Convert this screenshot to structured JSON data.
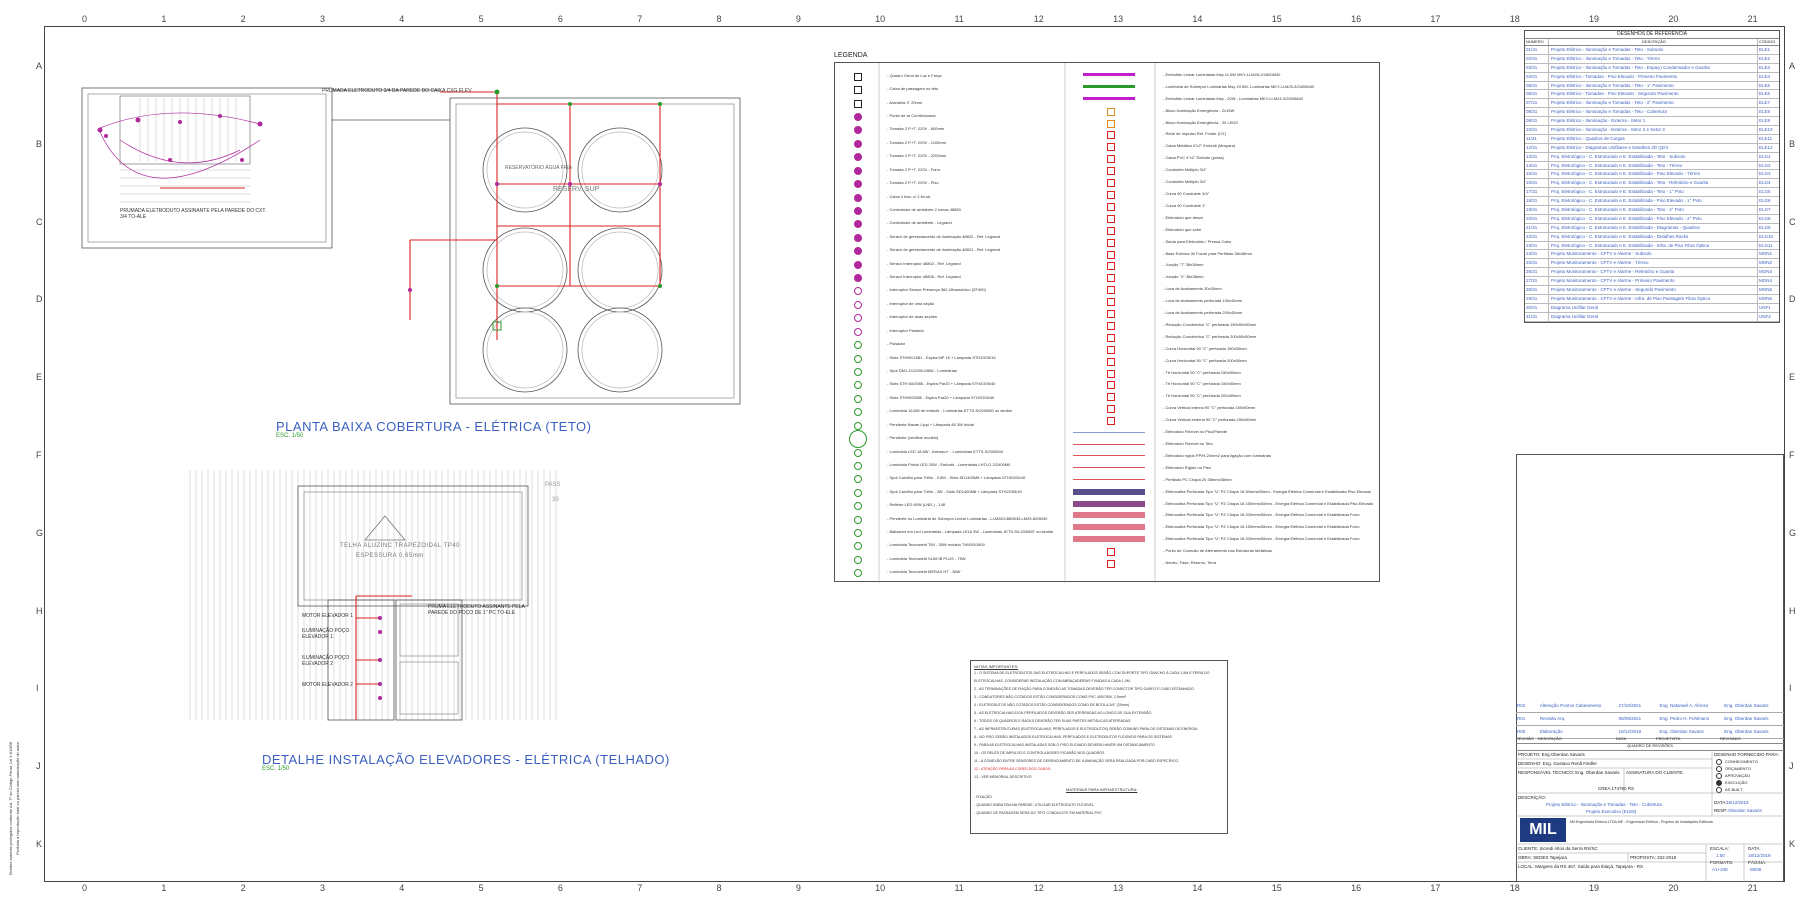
{
  "grid": {
    "columns": [
      "0",
      "1",
      "2",
      "3",
      "4",
      "5",
      "6",
      "7",
      "8",
      "9",
      "10",
      "11",
      "12",
      "13",
      "14",
      "15",
      "16",
      "17",
      "18",
      "19",
      "20",
      "21"
    ],
    "rows": [
      "A",
      "B",
      "C",
      "D",
      "E",
      "F",
      "G",
      "H",
      "I",
      "J",
      "K"
    ]
  },
  "plan_roof": {
    "title": "PLANTA BAIXA COBERTURA - ELÉTRICA (TETO)",
    "scale": "ESC. 1/50",
    "reservoir_label": "RESERV. SUP",
    "tank_label": "RESERVATÓRIO ÁGUA FRIA",
    "note_left": "PRUMADA ELETRODUTO ASSINANTE PELA PAREDE DO CXT. 3/4 TO-ALE",
    "note_top": "PRUMADA ELETRODUTO 3/4 DA PAREDE DO CAIXA CXG ELEV"
  },
  "plan_elev": {
    "title": "DETALHE INSTALAÇÃO ELEVADORES - ELÉTRICA (TELHADO)",
    "scale": "ESC. 1/50",
    "roof_label1": "TELHA ALUZINC TRAPEZOIDAL TP40",
    "roof_label2": "ESPESSURA 0,65mm",
    "pass_label": "PASS",
    "pass_num": "39",
    "note": "PRUMA ELETRODUTO ASSINANTE PELA PAREDE DO POÇO DE 1\" PC TO-ELE",
    "motors": [
      "MOTOR ELEVADOR 1",
      "ILUMINAÇÃO POÇO ELEVADOR 1",
      "ILUMINAÇÃO POÇO ELEVADOR 2",
      "MOTOR ELEVADOR 2"
    ]
  },
  "legend": {
    "title": "LEGENDA",
    "left": [
      "Quadro Geral de Luz e Força",
      "Caixa de passagem no teto",
      "Arandela 3\" 20mm",
      "Ponto de ar Condicionado",
      "Tomada 2 P.+T. 220V - 600mm",
      "Tomada 2 P.+T. 220V - 1100mm",
      "Tomada 2 P.+T. 220V - 2200mm",
      "Tomada 2 P.+T. 220V - Forro",
      "Tomada 2 P.+T. 220V - Piso",
      "Caixa 4 ban. c/ 2 tin-ok",
      "Controlador de ambiente 2 zonas 48850",
      "Controlador de ambiente - Legrand",
      "Sensor de gerenciamento de iluminação 48822 - Ref. Legrand",
      "Sensor de gerenciamento de iluminação 48821 - Ref. Legrand",
      "Sensor Interruptor 48802 - Ref. Legrand",
      "Sensor Interruptor 48806 - Ref. Legrand",
      "Interruptor Sensor Presença 360 Ultrassônico (ZF490)",
      "Interruptor de uma seção",
      "Interruptor de duas seções",
      "Interruptor Paralelo",
      "Pulsador",
      "Slots STH60/13B1 - Espira MP 16 + Lâmpada STH2G05/16",
      "Spot DM1-2/12000-M6W - Luminárias",
      "Slots STH 60/2585 - Espira Par20 + Lâmpada STH2G05/40",
      "Slots STH60/2585 - Espira Par20 + Lâmpada STH2G05/40",
      "Luminária 16,5W de embutir - Luminárias ETTS-S/2000M0 ou similar",
      "Pendente Navae Lippi + Lâmpada 48 3W inicial",
      "Pendente (ventiloe modelo)",
      "Luminária LED 18,5W - Intempo+ - Luminárias ETTS-S/2000M4",
      "Luminária Portal LED 20W - Embutir - Luminárias LHTLO-2/2400M0",
      "Spot Caixilho para Trilho - 3,5W - Slots SD1400M8 + Lâmpada STH2G05/40",
      "Spot Caixilho para Trilho - 3W - Slots SD1400M8 + Lâmpada STH2G05/40",
      "Refletor LED 60W (LNR-) - 148",
      "Pendente ou Luminária de Sobrepor Linear Luminárias - LLM28/138M03/LLM25-800M40",
      "Balizador em Led Luminárias - Lâmpada LE16 3W - Luminárias JETS-S/L2030MT ou similar",
      "Luminária Tecnoweld T60 - 35W modelo TW450/1800",
      "Luminária Tecnoweld SLIM IB PLUS - 75W",
      "Luminária Tecnoweld MERAX HT - 35W"
    ],
    "right": [
      "Embutido Linear Luminárias Msy 11,5W MKY-LLM25-2/1800M40",
      "Luminária de Sobrepor Luminárias Msy 19,5W- Luminárias MKY-LLM25-3/2400M40",
      "Embutido Linear Luminárias Msy - 20W - Luminárias MKY-LLM24-3/2000M40",
      "Bloco Iluminação Emergência - 2x15W",
      "Bloco Iluminação Emergência - 30 LEDS",
      "Rede de Impulso Ref. Finder (CX)",
      "Caixa Metálica 4\"x2\" Embutir (lâmpara)",
      "Caixa PVC 4\"x2\" Embutir (pmas)",
      "Condulete Múltiplo 3/4\"",
      "Condulete Múltiplo 3/4\"",
      "Curva 90 Condulete 3/4\"",
      "Curva 90 Condulete 1\"",
      "Eletroduto que desce",
      "Eletroduto que sobe",
      "Saída para Eletroduto / Prensa Cabo",
      "Base Externa 30 Fuzue para Perfilado 38x38mm",
      "Junção \"T\" 38x38mm",
      "Junção \"X\" 38x38mm",
      "Luva de Acabamento 30x30mm",
      "Luva de Acabamento perfurada 150x45mm",
      "Luva de Acabamento perfurada 200x45mm",
      "Redução Concêntrica \"C\" perfurada 150x50x50mm",
      "Redução Concêntrica \"C\" perfurada 200x50x50mm",
      "Curva Horizontal 90 \"C\" perfurada 150x50mm",
      "Curva Horizontal 90 \"C\" perfurada 200x50mm",
      "Tê Horizontal 90 \"C\" perfurada 150x50mm",
      "Tê Horizontal 90 \"C\" perfurada 150x50mm",
      "Tê Horizontal 90 \"C\" perfurada 200x50mm",
      "Curva Vertical interna 90 \"C\" perfurada 150x50mm",
      "Curva Vertical externa 90 \"C\" perfurada 150x50mm",
      "Eletroduto Flexível no Piso/Parede",
      "Eletroduto Flexível no Teto",
      "Eletroduto rígido PP/H-20mm2 para ligação com luminárias",
      "Eletroduto Rígido no Piso",
      "Perfilado PC Chapa 20 38mmx38mm",
      "Eletrocalha Perfurada Tipo \"U\" PZ Chapa 18 50mmx50mm - Energia Elétrica Comercial e Estabilizada Piso Elevado",
      "Eletrocalha Perfurada Tipo \"U\" PZ Chapa 18 150mmx50mm - Energia Elétrica Comercial e Estabilizada Piso Elevado",
      "Eletrocalha Perfurada Tipo \"U\" PZ Chapa 18 200mmx50mm - Energia Elétrica Comercial e Estabilizada Forro",
      "Eletrocalha Perfurada Tipo \"U\" PZ Chapa 18 150mmx50mm - Energia Elétrica Comercial e Estabilizada Forro",
      "Eletrocalha Perfurada Tipo \"U\" PZ Chapa 18 200mmx50mm - Energia Elétrica Comercial e Estabilizada Forro",
      "Ponto de Conexão de Aterramento nas Estruturas Metálicas",
      "Neutro, Fase, Retorno, Terra"
    ]
  },
  "reference": {
    "title": "DESENHOS DE REFERÊNCIA",
    "headers": [
      "NÚMERO",
      "DESCRIÇÃO",
      "CÓDIGO"
    ],
    "rows": [
      [
        "01/31",
        "Projeto Elétrico - Iluminação e Tomadas - Teto - Subsolo",
        "ELE1"
      ],
      [
        "02/31",
        "Projeto Elétrico - Iluminação e Tomadas - Teto - Térreo",
        "ELE2"
      ],
      [
        "03/31",
        "Projeto Elétrico - Iluminação e Tomadas - Teto - Espaço Condensador e Guarita",
        "ELE3"
      ],
      [
        "04/31",
        "Projeto Elétrico - Tomadas - Piso Elevado - Primeiro Pavimento",
        "ELE4"
      ],
      [
        "05/31",
        "Projeto Elétrico - Iluminação e Tomadas - Teto - 1° Pavimento",
        "ELE5"
      ],
      [
        "06/31",
        "Projeto Elétrico - Tomadas - Piso Elevado - Segundo Pavimento",
        "ELE6"
      ],
      [
        "07/31",
        "Projeto Elétrico - Iluminação e Tomadas - Teto - 2° Pavimento",
        "ELE7"
      ],
      [
        "08/31",
        "Projeto Elétrico - Iluminação e Tomadas - Teto - Cobertura",
        "ELE8"
      ],
      [
        "09/31",
        "Projeto Elétrico - Iluminação - Externa - Setor 1",
        "ELE9"
      ],
      [
        "10/31",
        "Projeto Elétrico - Iluminação - Externa - Setor 2 e Setor 3",
        "ELE10"
      ],
      [
        "11/31",
        "Projeto Elétrico - Quadros de Cargas",
        "ELE11"
      ],
      [
        "12/31",
        "Projeto Elétrico - Diagramas Unifilares e Detalhes 2D QD's",
        "ELE12"
      ],
      [
        "13/31",
        "Proj. Eletrológico - C. Estruturado e E. Estabilizada - Teto - Subsolo",
        "ELG1"
      ],
      [
        "14/31",
        "Proj. Eletrológico - C. Estruturado e E. Estabilizada - Teto - Térreo",
        "ELG2"
      ],
      [
        "15/31",
        "Proj. Eletrológico - C. Estruturado e E. Estabilizada - Piso Elevado - Térreo",
        "ELG3"
      ],
      [
        "16/31",
        "Proj. Eletrológico - C. Estruturado e E. Estabilizada - Teto - Refeitório e Guarita",
        "ELG4"
      ],
      [
        "17/31",
        "Proj. Eletrológico - C. Estruturado e E. Estabilizada - Teto - 1° Pvto",
        "ELG5"
      ],
      [
        "18/31",
        "Proj. Eletrológico - C. Estruturado e E. Estabilizada - Piso Elevado - 1° Pvto",
        "ELG6"
      ],
      [
        "19/31",
        "Proj. Eletrológico - C. Estruturado e E. Estabilizada - Teto - 2° Pvto",
        "ELG7"
      ],
      [
        "20/31",
        "Proj. Eletrológico - C. Estruturado e E. Estabilizada - Piso Elevado - 2° Pvto",
        "ELG8"
      ],
      [
        "21/31",
        "Proj. Eletrológico - C. Estruturado e E. Estabilizada - Diagramas - Quadros",
        "ELG9"
      ],
      [
        "22/31",
        "Proj. Eletrológico - C. Estruturado e E. Estabilizada - Detalhes Racks",
        "ELG10"
      ],
      [
        "23/31",
        "Proj. Eletrológico - C. Estruturado e E. Estabilizada - Infra. de Piso Fibra Óptica",
        "ELG11"
      ],
      [
        "24/31",
        "Projeto Monitoramento - CFTV e Alarme - Subsolo",
        "MON1"
      ],
      [
        "25/31",
        "Projeto Monitoramento - CFTV e Alarme - Térreo",
        "MON2"
      ],
      [
        "26/31",
        "Projeto Monitoramento - CFTV e Alarme - Refeitório e Guarita",
        "MON3"
      ],
      [
        "27/31",
        "Projeto Monitoramento - CFTV e Alarme - Primeiro Pavimento",
        "MON4"
      ],
      [
        "28/31",
        "Projeto Monitoramento - CFTV e Alarme - Segundo Pavimento",
        "MON5"
      ],
      [
        "29/31",
        "Projeto Monitoramento - CFTV e Alarme - Infra. de Piso Passagem Fibra Óptica",
        "MON6"
      ],
      [
        "30/31",
        "Diagrama Unifilar Geral",
        "UNF1"
      ],
      [
        "31/31",
        "Diagrama Unifilar Geral",
        "UNF2"
      ]
    ]
  },
  "revisions": {
    "rows": [
      [
        "R02",
        "Alteração Pontos Cabeamento",
        "27/10/2021",
        "Eng. Natanael A. Afonso",
        "Eng. Oberdan Savaris"
      ],
      [
        "R01",
        "Revisão Arq.",
        "08/09/2021",
        "Eng. Pedro H. Pohlmann",
        "Eng. Oberdan Savaris"
      ],
      [
        "R00",
        "Elaboração",
        "18/12/2019",
        "Eng. Oberdan Savaris",
        "Eng. Oberdan Savaris"
      ]
    ],
    "headers": [
      "REVISÃO",
      "DESCRIÇÃO",
      "DATA",
      "PROJETISTA",
      "REVISADO"
    ],
    "table_title": "QUADRO DE REVISÕES"
  },
  "titleblock": {
    "projeto": "PROJETO: Eng.Oberdan Savaris",
    "desenho": "DESENHO: Eng. Gustavo Renã Fiedler",
    "responsavel": "RESPONSÁVEL TÉCNICO: Eng. Oberdan Savaris",
    "assinatura": "ASSINATURA DO CLIENTE:",
    "crea": "CREA 174780 RS",
    "descricao_label": "DESCRIÇÃO:",
    "descricao1": "Projeto Elétrico - Iluminação e Tomadas - Teto - Cobertura",
    "descricao2": "Projeto Executivo (ELE8)",
    "fornecido_title": "DESENHO FORNECIDO PARA:",
    "fornecido": [
      "CONHECIMENTO",
      "ORÇAMENTO",
      "APROVAÇÃO",
      "EXECUÇÃO",
      "AS BUILT"
    ],
    "data_label": "DATA:",
    "data": "18/12/2019",
    "resp_label": "RESP.:",
    "resp": "Oberdan Savaris",
    "company": "MIL",
    "company_text": "Mil Engenharia Elétrica LTDA ME - Engenharia Elétrica - Projetos de Instalações Elétricas",
    "cliente": "CLIENTE: Sicredi Altos da Serra RS/SC",
    "obra": "OBRA: SEDES Tapejara",
    "proposta": "PROPOSTA: 322-2019",
    "local": "LOCAL: Margens da RS 467, Saída para Ibiaçá, Tapejara - RS",
    "escala_label": "ESCALA:",
    "escala": "1:50",
    "data2_label": "DATA:",
    "data2": "18/12/2019",
    "formato_label": "FORMATO:",
    "formato": "A1+348",
    "pagina_label": "PÁGINA:",
    "pagina": "08/08"
  },
  "notes": {
    "title": "NOTAS IMPORTANTES:",
    "lines": [
      "1 - O SISTEMA DE ELETRODUTOS DAS ELETROCALHAS E PERFILADOS SERÃO COM SUPORTE TIPO GANCHO À CADA 1,5M E FEIRA DO",
      "ELETROCALHAS, CONSIDERAR INSTALAÇÃO COM ABRAÇADEIRAS FIXADAS A CADA 1,0M.",
      "2 - AS TERMINAÇÕES DE FIAÇÃO PARA CONEXÃO AS TOMADAS DEVERÃO TER CONECTOR TIPO GARFO E CABO ESTANHADO",
      "3 - CONDUTORES NÃO COTADOS ESTÃO CONSIDERADOS COMO PVC 450/750V, 2,5mm²",
      "4 - ELETRODUTOS NÃO COTADOS ESTÃO CONSIDERADOS COMO DE BITOLA 3/4\" (20mm)",
      "5 - AS ELETROCALHAS E/OU PERFILADOS DEVERÃO SER ATERRADAS AO LONGO DE SUA EXTENSÃO.",
      "6 - TODOS OS QUADROS E RACKS DEVERÃO TER SUAS PARTES METÁLICAS ATERRADAS.",
      "7 - AS INFRAESTRUTURAS (ELETROCALHAS, PERFILADOS E ELETRODUTOS) SERÃO COMUNS PARA OS SISTEMAS DE ENERGIA",
      "8 - NO PISO SERÃO INSTALADOS ELETROCALHAS, PERFILADOS E ELETRODUTOS FLEXÍVEIS PARA OS SISTEMAS",
      "9 - PARA AS ELETROCALHAS INSTALADAS SOB O PISO ELEVADO DEVERÁ HAVER UM DISTANCIAMENTO",
      "10 - OS RELÉS DE IMPULSO E CONTROLADORES FICARÃO NOS QUADROS",
      "11 - A CONEXÃO ENTRE SENSORES DE GERENCIAMENTO DE ILUMINAÇÃO SERÁ REALIZADA POR CABO ESPECÍFICO",
      "12 - ATENÇÃO PARA AS CORES DOS CABOS:",
      "13 - VER MEMORIAL DESCRITIVO."
    ],
    "materials_title": "MATERIAIS PARA INFRAESTRUTURA:",
    "materials": [
      "- FIXAÇÃO",
      "- QUANDO EMBUTIDA NA PAREDE, UTILIZAR ELETRODUTO FLEXÍVEL",
      "- QUANDO DE PASSAGEM SERÁ DO TIPO CONDULETE EM MATERIAL PVC"
    ]
  },
  "side_note": [
    "Direitos autorais protegidos conforme Art. 7º do Código Penal, Lei 9.610/98",
    "Proibida a reprodução total ou parcial sem autorização do autor"
  ]
}
